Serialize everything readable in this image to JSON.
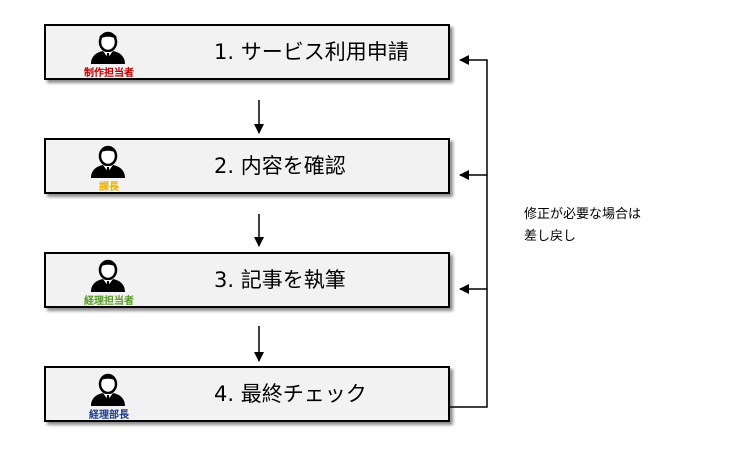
{
  "steps": [
    {
      "label": "1. サービス利用申請",
      "role": "制作担当者",
      "role_color": "#c00000"
    },
    {
      "label": "2. 内容を確認",
      "role": "課長",
      "role_color": "#f0b400"
    },
    {
      "label": "3. 記事を執筆",
      "role": "経理担当者",
      "role_color": "#5a9a2a"
    },
    {
      "label": "4. 最終チェック",
      "role": "経理部長",
      "role_color": "#1f3f8f"
    }
  ],
  "feedback_note": {
    "line1": "修正が必要な場合は",
    "line2": "差し戻し"
  }
}
